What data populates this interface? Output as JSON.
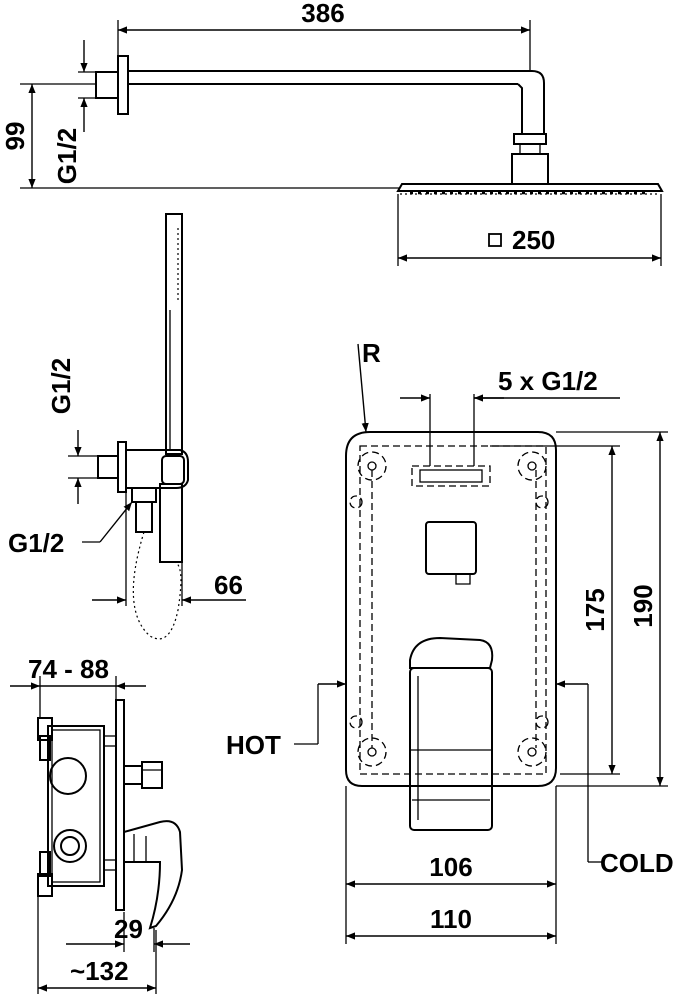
{
  "dimensions": {
    "arm_length": "386",
    "arm_height": "99",
    "arm_thread": "G1/2",
    "head_size": "250",
    "hose_thread_top": "G1/2",
    "hose_thread_bottom": "G1/2",
    "hose_projection": "66",
    "body_depth": "74 - 88",
    "lever_offset": "29",
    "overall_depth": "~132",
    "plate_radius": "R",
    "outlets": "5 x G1/2",
    "height_175": "175",
    "height_190": "190",
    "width_106": "106",
    "width_110": "110"
  },
  "labels": {
    "hot": "HOT",
    "cold": "COLD"
  }
}
